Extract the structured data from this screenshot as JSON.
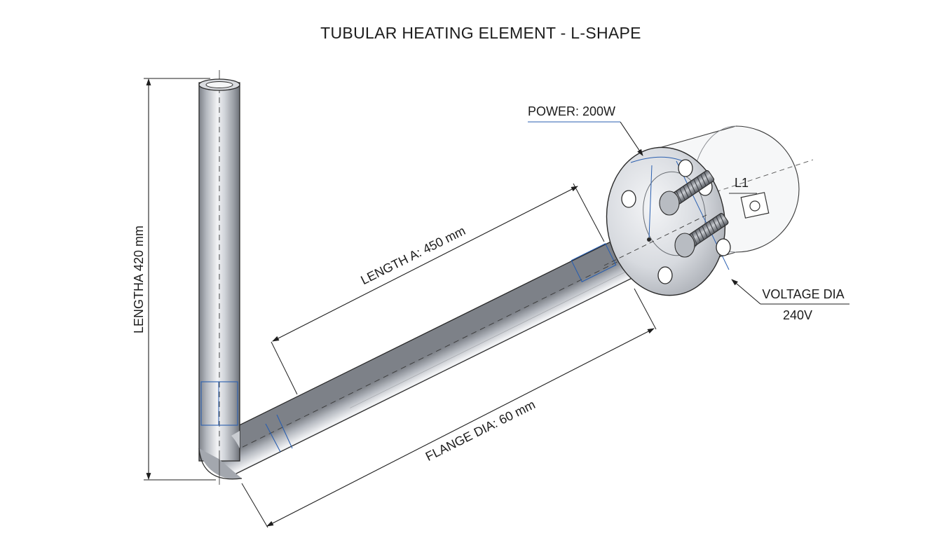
{
  "title": "TUBULAR HEATING ELEMENT - L-SHAPE",
  "labels": {
    "length_vertical": "LENGTHA 420 mm",
    "length_a": "LENGTH A: 450 mm",
    "flange_dia": "FLANGE DIA: 60 mm",
    "power": "POWER: 200W",
    "voltage_dia": "VOLTAGE DIA",
    "voltage_value": "240V",
    "terminal": "L1"
  },
  "colors": {
    "line": "#1e1e1e",
    "accent_blue": "#2a5fb0",
    "steel_light": "#f2f3f5",
    "steel_dark": "#7d8188"
  }
}
